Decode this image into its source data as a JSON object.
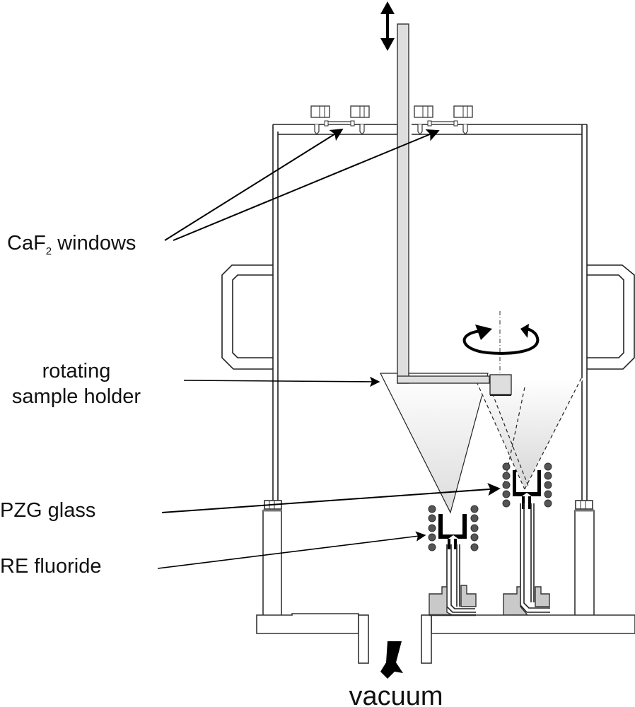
{
  "figure": {
    "description": "Schematic of vacuum co-evaporation chamber with rotating sample holder",
    "labels": {
      "caf2_windows": {
        "main": "CaF",
        "subscript": "2",
        "rest": " windows"
      },
      "rotating_holder_line1": "rotating",
      "rotating_holder_line2": "sample holder",
      "pzg_glass": "PZG glass",
      "re_fluoride": "RE fluoride",
      "vacuum": "vacuum"
    },
    "colors": {
      "line": "#222222",
      "fill_light_grey": "#dedede",
      "fill_grey": "#c9c9c9",
      "coil": "#555555",
      "crucible": "#000000"
    }
  }
}
